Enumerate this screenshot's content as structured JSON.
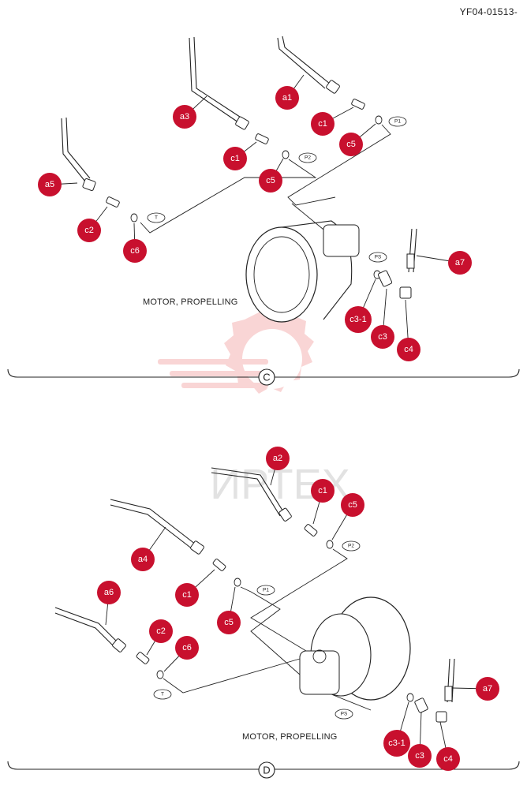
{
  "doc_id": "YF04-01513-",
  "colors": {
    "callout": "#c8102e",
    "line": "#222222",
    "watermark": "#f3b0b0"
  },
  "watermark": {
    "text": "ИРТЕХ",
    "icon": "gear-logo-icon"
  },
  "sections": [
    {
      "id": "C",
      "caption": "MOTOR, PROPELLING",
      "callouts": [
        "a1",
        "a3",
        "a5",
        "c1",
        "c1",
        "c5",
        "c5",
        "c2",
        "c6",
        "a7",
        "c3-1",
        "c3",
        "c4"
      ],
      "ports": [
        "P1",
        "P2",
        "T",
        "PS"
      ]
    },
    {
      "id": "D",
      "caption": "MOTOR, PROPELLING",
      "callouts": [
        "a2",
        "c1",
        "c5",
        "a4",
        "c1",
        "c5",
        "a6",
        "c2",
        "c6",
        "a7",
        "c3-1",
        "c3",
        "c4"
      ],
      "ports": [
        "P2",
        "P1",
        "T",
        "PS"
      ]
    }
  ]
}
